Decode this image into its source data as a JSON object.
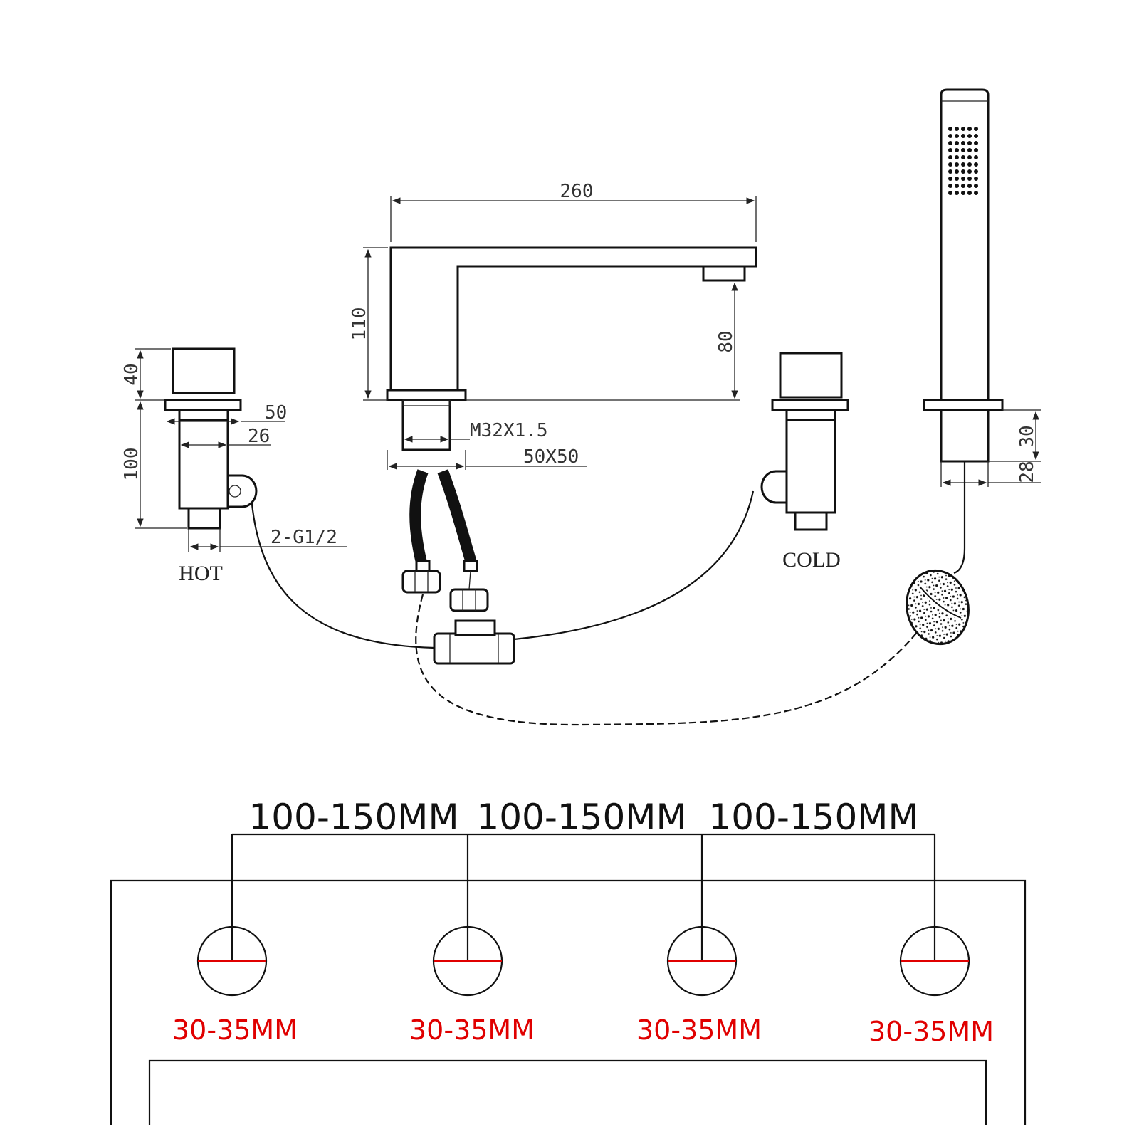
{
  "dimensions": {
    "spout_width": "260",
    "spout_height": "110",
    "outlet_height": "80",
    "thread": "M32X1.5",
    "base_size": "50X50",
    "valve_handle_height": "40",
    "valve_body_height": "100",
    "valve_flange_width": "50",
    "valve_body_width": "26",
    "inlet_thread": "2-G1/2",
    "shower_holder_height": "30",
    "shower_holder_diameter": "28"
  },
  "labels": {
    "hot": "HOT",
    "cold": "COLD"
  },
  "spacing": {
    "gap_1": "100-150MM",
    "gap_2": "100-150MM",
    "gap_3": "100-150MM"
  },
  "holes": [
    {
      "label": "30-35MM"
    },
    {
      "label": "30-35MM"
    },
    {
      "label": "30-35MM"
    },
    {
      "label": "30-35MM"
    }
  ],
  "colors": {
    "line": "#111111",
    "hole_marker": "#e00000"
  }
}
